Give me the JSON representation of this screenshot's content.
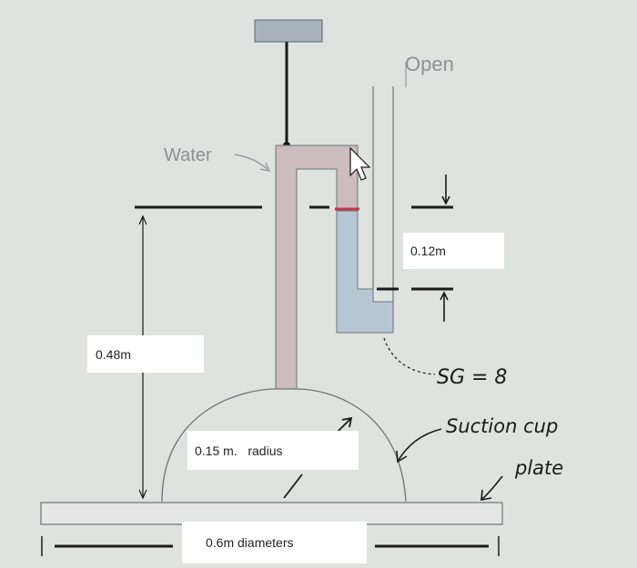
{
  "labels": {
    "open": "Open",
    "water": "Water",
    "height_gap": "0.12m",
    "height_total": "0.48m",
    "sg": "SG = 8",
    "radius": "0.15 m.   radius",
    "suction_line1": "Suction cup",
    "suction_line2": "plate",
    "diameter": "0.6m diameters"
  },
  "colors": {
    "background": "#dfe3e0",
    "water_fluid": "#cdbcbd",
    "manometer_fluid": "#b6c6d3",
    "tube_outline": "#6c7378",
    "interface_mark": "#c8364a",
    "ink": "#1a1a1a"
  }
}
